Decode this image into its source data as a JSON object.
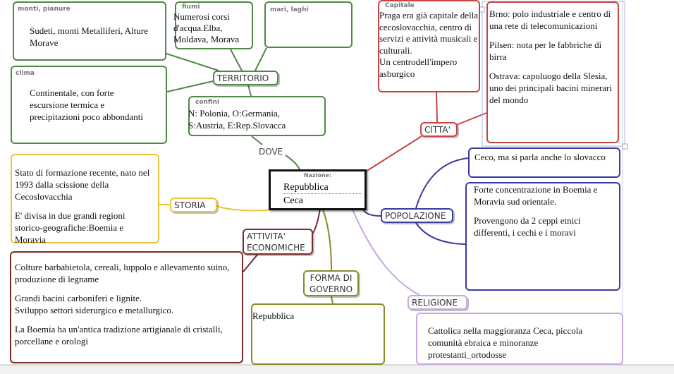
{
  "central": {
    "caption": "Nazione:",
    "line1": "Repubblica",
    "line2": "Ceca"
  },
  "territorio": {
    "label": "TERRITORIO",
    "dove": "DOVE",
    "monti": {
      "caption": "monti, pianure",
      "text": "Sudeti, monti Metalliferi, Alture Morave"
    },
    "fiumi": {
      "caption": "fiumi",
      "text": "Numerosi corsi d'acqua.Elba, Moldava, Morava"
    },
    "mari": {
      "caption": "mari, laghi"
    },
    "clima": {
      "caption": "clima",
      "text": "Continentale, con forte escursione termica e precipitazioni poco abbondanti"
    },
    "confini": {
      "caption": "confini",
      "line1": "N: Polonia, O:Germania,",
      "line2": "S:Austria, E:Rep.Slovacca"
    }
  },
  "storia": {
    "label": "STORIA",
    "p1": "Stato di formazione recente, nato nel 1993 dalla scissione della Cecoslovacchia",
    "p2": "E' divisa in due grandi regioni storico-geografiche:Boemia e Moravia"
  },
  "attivita": {
    "label": "ATTIVITA' ECONOMICHE",
    "p1": "Colture barbabietola, cereali, luppolo e allevamento suino, produzione di legname",
    "p2a": "Grandi bacini carboniferi e lignite.",
    "p2b": "Sviluppo settori siderurgico e metallurgico.",
    "p3": "La Boemia ha un'antica tradizione artigianale di cristalli, porcellane e orologi"
  },
  "governo": {
    "label": "FORMA DI GOVERNO",
    "text": "Repubblica"
  },
  "citta": {
    "label": "CITTA'",
    "capitale": {
      "caption": "Capitale",
      "text": "Praga era già capitale della cecoslovacchia, centro di servizi e attività musicali e culturali.",
      "text2": "Un centrodell'impero asburgico"
    },
    "altre": [
      "Brno: polo industriale e centro di una rete di telecomunicazioni",
      "Pilsen: nota per le fabbriche di birra",
      "Ostrava: capoluogo della Slesia, uno dei principali bacini minerari del mondo"
    ]
  },
  "popolazione": {
    "label": "POPOLAZIONE",
    "lingua": "Ceco, ma si parla anche lo slovacco",
    "p1": "Forte concentrazione in Boemia e Moravia sud orientale.",
    "p2": "Provengono da 2 ceppi etnici differenti, i cechi e i moravi"
  },
  "religione": {
    "label": "RELIGIONE",
    "text": "Cattolica nella maggioranza Ceca, piccola comunità ebraica e minoranze protestanti_ortodosse"
  }
}
